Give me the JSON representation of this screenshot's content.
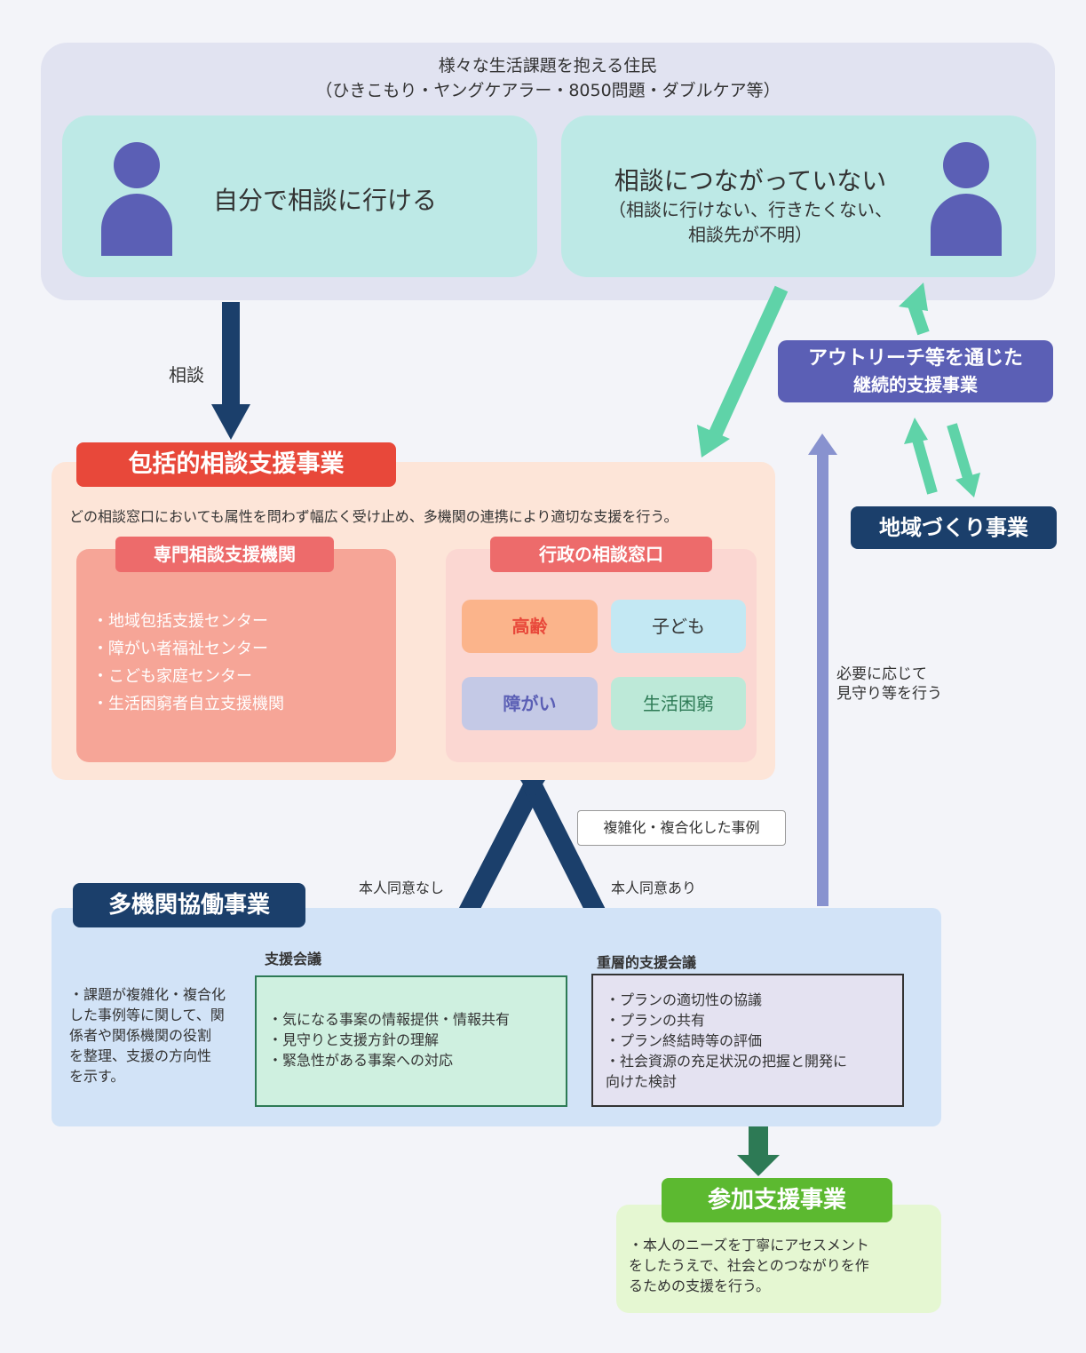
{
  "top": {
    "title_line1": "様々な生活課題を抱える住民",
    "title_line2": "（ひきこもり・ヤングケアラー・8050問題・ダブルケア等）",
    "left_box": "自分で相談に行ける",
    "right_box_line1": "相談につながっていない",
    "right_box_line2": "（相談に行けない、行きたくない、",
    "right_box_line3": "相談先が不明）"
  },
  "arrow_label_soudan": "相談",
  "outreach": {
    "line1": "アウトリーチ等を通じた",
    "line2": "継続的支援事業"
  },
  "chiiki": "地域づくり事業",
  "watch_label": {
    "line1": "必要に応じて",
    "line2": "見守り等を行う"
  },
  "houkatsu": {
    "title": "包括的相談支援事業",
    "desc": "どの相談窓口においても属性を問わず幅広く受け止め、多機関の連携により適切な支援を行う。",
    "senmon_title": "専門相談支援機関",
    "senmon_items": [
      "・地域包括支援センター",
      "・障がい者福祉センター",
      "・こども家庭センター",
      "・生活困窮者自立支援機関"
    ],
    "gyousei_title": "行政の相談窓口",
    "cells": [
      "高齢",
      "子ども",
      "障がい",
      "生活困窮"
    ]
  },
  "split": {
    "complex_label": "複雑化・複合化した事例",
    "no_consent": "本人同意なし",
    "consent": "本人同意あり"
  },
  "takikan": {
    "title": "多機関協働事業",
    "desc": [
      "・課題が複雑化・複合化",
      "した事例等に関して、関",
      "係者や関係機関の役割",
      "を整理、支援の方向性",
      "を示す。"
    ],
    "shien_title": "支援会議",
    "shien_items": [
      "・気になる事案の情報提供・情報共有",
      "・見守りと支援方針の理解",
      "・緊急性がある事案への対応"
    ],
    "jusou_title": "重層的支援会議",
    "jusou_items": [
      "・プランの適切性の協議",
      "・プランの共有",
      "・プラン終結時等の評価",
      "・社会資源の充足状況の把握と開発に",
      "向けた検討"
    ]
  },
  "sanka": {
    "title": "参加支援事業",
    "desc": [
      "・本人のニーズを丁寧にアセスメント",
      "をしたうえで、社会とのつながりを作",
      "るための支援を行う。"
    ]
  },
  "colors": {
    "navy": "#1b3f6b",
    "teal_arrow": "#5fd3a8",
    "red": "#e8483a",
    "green": "#5cb930",
    "purple": "#5b5fb5"
  }
}
